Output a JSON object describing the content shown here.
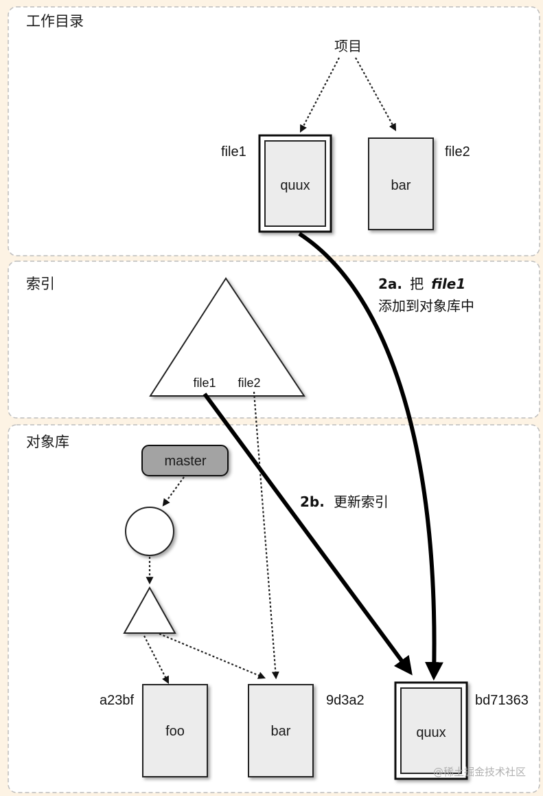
{
  "regions": {
    "working_dir": "工作目录",
    "index": "索引",
    "object_store": "对象库"
  },
  "working_dir": {
    "root_label": "项目",
    "file1_name": "file1",
    "file1_content": "quux",
    "file2_name": "file2",
    "file2_content": "bar"
  },
  "index": {
    "entry1": "file1",
    "entry2": "file2"
  },
  "object_store": {
    "branch": "master",
    "blob_foo_hash": "a23bf",
    "blob_foo_content": "foo",
    "blob_bar_hash": "9d3a2",
    "blob_bar_content": "bar",
    "blob_quux_hash": "bd71363",
    "blob_quux_content": "quux"
  },
  "steps": {
    "step_2a_num": "2a.",
    "step_2a_verb": "把",
    "step_2a_file": "file1",
    "step_2a_line2": "添加到对象库中",
    "step_2b_num": "2b.",
    "step_2b_text": "更新索引"
  },
  "watermark": "@稀土掘金技术社区"
}
